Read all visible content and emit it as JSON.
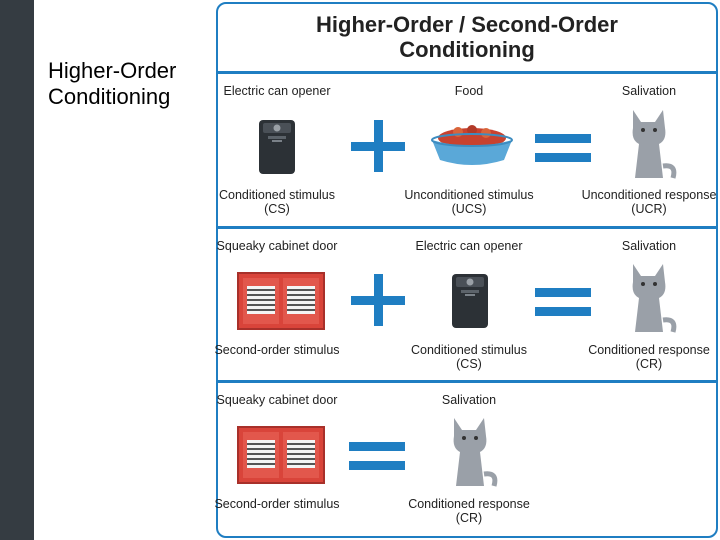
{
  "slide": {
    "title": "Higher-Order\nConditioning"
  },
  "figure": {
    "title": "Higher-Order / Second-Order\nConditioning",
    "rows": [
      {
        "top": [
          "Electric can opener",
          "Food",
          "Salivation"
        ],
        "bottom": [
          "Conditioned stimulus (CS)",
          "Unconditioned stimulus (UCS)",
          "Unconditioned response (UCR)"
        ],
        "operators": [
          "+",
          "="
        ],
        "icons": [
          "can-opener-icon",
          "food-bowl-icon",
          "cat-icon"
        ]
      },
      {
        "top": [
          "Squeaky cabinet door",
          "Electric can opener",
          "Salivation"
        ],
        "bottom": [
          "Second-order stimulus",
          "Conditioned stimulus (CS)",
          "Conditioned response (CR)"
        ],
        "operators": [
          "+",
          "="
        ],
        "icons": [
          "cabinet-icon",
          "can-opener-icon",
          "cat-icon"
        ]
      },
      {
        "top": [
          "Squeaky cabinet door",
          "Salivation"
        ],
        "bottom": [
          "Second-order stimulus",
          "Conditioned response (CR)"
        ],
        "operators": [
          "="
        ],
        "icons": [
          "cabinet-icon",
          "cat-icon"
        ]
      }
    ]
  },
  "colors": {
    "accent": "#1f7ec2",
    "sidebar": "#353c42",
    "cabinet": "#d9443a",
    "can_opener": "#2c3136",
    "bowl": "#5aa8d8",
    "food": "#c8422f",
    "cat": "#9aa0a8"
  }
}
